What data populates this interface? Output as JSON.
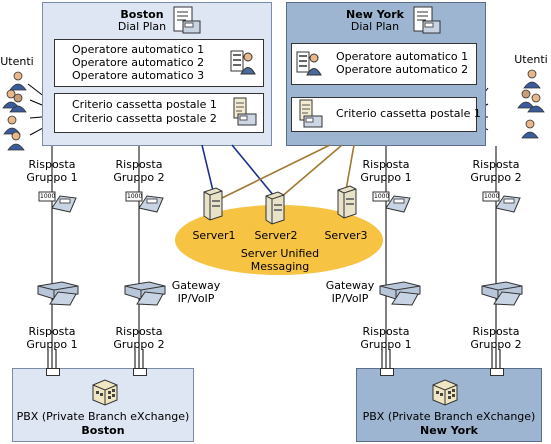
{
  "colors": {
    "boston_panel": "#dde6f2",
    "newyork_panel": "#9db5d0",
    "cloud": "#f6c343",
    "blue_line": "#1a2f8a",
    "brown_line": "#a07a30"
  },
  "boston": {
    "city": "Boston",
    "dial_plan": "Dial Plan",
    "auto_attendants": [
      "Operatore automatico 1",
      "Operatore automatico 2",
      "Operatore automatico 3"
    ],
    "mailbox_policies": [
      "Criterio cassetta postale 1",
      "Criterio cassetta postale 2"
    ],
    "hunt_groups": [
      {
        "line1": "Risposta",
        "line2": "Gruppo 1"
      },
      {
        "line1": "Risposta",
        "line2": "Gruppo 2"
      }
    ],
    "pbx_hunt_groups": [
      {
        "line1": "Risposta",
        "line2": "Gruppo 1"
      },
      {
        "line1": "Risposta",
        "line2": "Gruppo 2"
      }
    ],
    "gateway": {
      "line1": "Gateway",
      "line2": "IP/VoIP"
    },
    "pbx_label": "PBX (Private Branch eXchange)",
    "pbx_city": "Boston"
  },
  "newyork": {
    "city": "New York",
    "dial_plan": "Dial Plan",
    "auto_attendants": [
      "Operatore automatico 1",
      "Operatore automatico 2"
    ],
    "mailbox_policies": [
      "Criterio cassetta postale 1"
    ],
    "hunt_groups": [
      {
        "line1": "Risposta",
        "line2": "Gruppo 1"
      },
      {
        "line1": "Risposta",
        "line2": "Gruppo 2"
      }
    ],
    "pbx_hunt_groups": [
      {
        "line1": "Risposta",
        "line2": "Gruppo 1"
      },
      {
        "line1": "Risposta",
        "line2": "Gruppo 2"
      }
    ],
    "gateway": {
      "line1": "Gateway",
      "line2": "IP/VoIP"
    },
    "pbx_label": "PBX (Private Branch eXchange)",
    "pbx_city": "New York"
  },
  "users_label_left": "Utenti",
  "users_label_right": "Utenti",
  "phone_display": "1000",
  "servers": [
    "Server1",
    "Server2",
    "Server3"
  ],
  "um_label_line1": "Server Unified",
  "um_label_line2": "Messaging"
}
